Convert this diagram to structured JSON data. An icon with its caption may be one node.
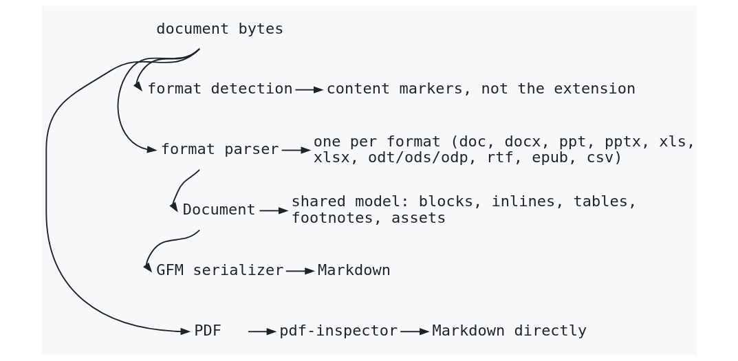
{
  "diagram": {
    "nodes": [
      {
        "text": [
          "document bytes"
        ]
      },
      {
        "text": [
          "format detection"
        ]
      },
      {
        "text": [
          "content markers, not the extension"
        ]
      },
      {
        "text": [
          "format parser"
        ]
      },
      {
        "text": [
          "one per format (doc, docx, ppt, pptx, xls, xlsx, odt/ods/odp, rtf, epub, csv)"
        ]
      },
      {
        "text": [
          "Document"
        ]
      },
      {
        "text": [
          "shared model: blocks, inlines, tables, footnotes, assets"
        ]
      },
      {
        "text": [
          "GFM serializer"
        ]
      },
      {
        "text": [
          "Markdown"
        ]
      },
      {
        "text": [
          "PDF"
        ]
      },
      {
        "text": [
          "pdf-inspector"
        ]
      },
      {
        "text": [
          "Markdown directly"
        ]
      }
    ],
    "edges": [
      {
        "from": 0,
        "to": 1,
        "arrow": "to"
      },
      {
        "from": 1,
        "to": 2,
        "arrow": "to"
      },
      {
        "from": 0,
        "to": 3,
        "arrow": "to"
      },
      {
        "from": 3,
        "to": 4,
        "arrow": "to"
      },
      {
        "from": 3,
        "to": 5,
        "arrow": "to"
      },
      {
        "from": 5,
        "to": 6,
        "arrow": "to"
      },
      {
        "from": 5,
        "to": 7,
        "arrow": "to"
      },
      {
        "from": 7,
        "to": 8,
        "arrow": "to"
      },
      {
        "from": 0,
        "to": 9,
        "arrow": "to"
      },
      {
        "from": 9,
        "to": 10,
        "arrow": "to"
      },
      {
        "from": 10,
        "to": 11,
        "arrow": "to"
      }
    ]
  }
}
